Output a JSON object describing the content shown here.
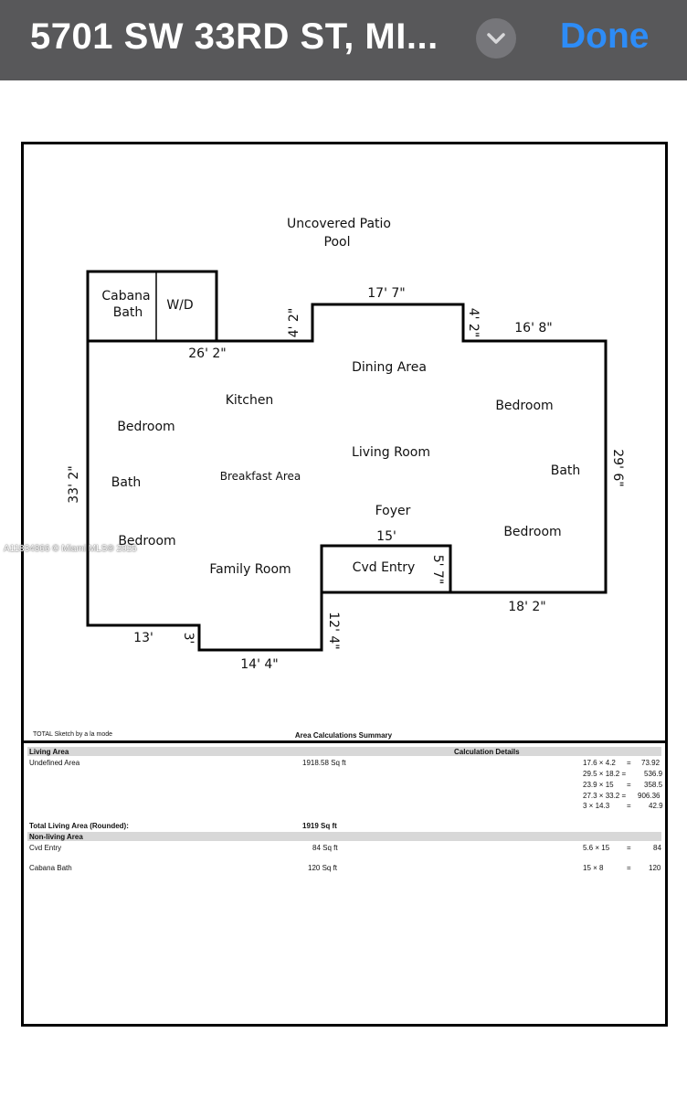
{
  "header": {
    "title": "5701 SW 33RD ST, MI...",
    "done_label": "Done",
    "chevron_icon": "chevron-down-icon"
  },
  "watermark": "A11834866 © Miami MLS® 2025",
  "plan": {
    "outside_label_1": "Uncovered Patio",
    "outside_label_2": "Pool",
    "rooms": {
      "cabana_1": "Cabana",
      "cabana_2": "Bath",
      "wd": "W/D",
      "dining": "Dining Area",
      "kitchen": "Kitchen",
      "bedroom_right_top": "Bedroom",
      "bedroom_left_top": "Bedroom",
      "living": "Living Room",
      "bath_left": "Bath",
      "breakfast": "Breakfast Area",
      "bath_right": "Bath",
      "foyer": "Foyer",
      "bedroom_right_bottom": "Bedroom",
      "bedroom_left_bottom": "Bedroom",
      "family": "Family Room",
      "cvd_entry": "Cvd Entry"
    },
    "dims": {
      "d_17_7": "17' 7\"",
      "d_4_2_left": "4' 2\"",
      "d_4_2_right": "4' 2\"",
      "d_16_8": "16' 8\"",
      "d_26_2": "26' 2\"",
      "d_33_2": "33' 2\"",
      "d_29_6": "29' 6\"",
      "d_15": "15'",
      "d_5_7": "5' 7\"",
      "d_18_2": "18' 2\"",
      "d_13": "13'",
      "d_3": "3'",
      "d_12_4": "12' 4\"",
      "d_14_4": "14' 4\""
    },
    "sketch_credit": "TOTAL Sketch by a la mode",
    "summary_title": "Area Calculations Summary"
  },
  "summary": {
    "living_area_heading": "Living Area",
    "calc_details_heading": "Calculation Details",
    "undefined_area_label": "Undefined Area",
    "undefined_area_value": "1918.58 Sq ft",
    "calcs": [
      {
        "expr": "17.6 × 4.2",
        "eq": "=",
        "res": "73.92"
      },
      {
        "expr": "29.5 × 18.2 =",
        "eq": "",
        "res": "536.9"
      },
      {
        "expr": "23.9 × 15",
        "eq": "=",
        "res": "358.5"
      },
      {
        "expr": "27.3 × 33.2 =",
        "eq": "",
        "res": "906.36"
      },
      {
        "expr": "3 × 14.3",
        "eq": "=",
        "res": "42.9"
      }
    ],
    "total_label": "Total Living Area (Rounded):",
    "total_value": "1919 Sq ft",
    "non_living_heading": "Non-living Area",
    "cvd_entry_label": "Cvd Entry",
    "cvd_entry_value": "84 Sq ft",
    "cvd_entry_calc": "5.6 × 15",
    "cvd_entry_eq": "=",
    "cvd_entry_res": "84",
    "cabana_label": "Cabana Bath",
    "cabana_value": "120 Sq ft",
    "cabana_calc": "15 × 8",
    "cabana_eq": "=",
    "cabana_res": "120"
  }
}
